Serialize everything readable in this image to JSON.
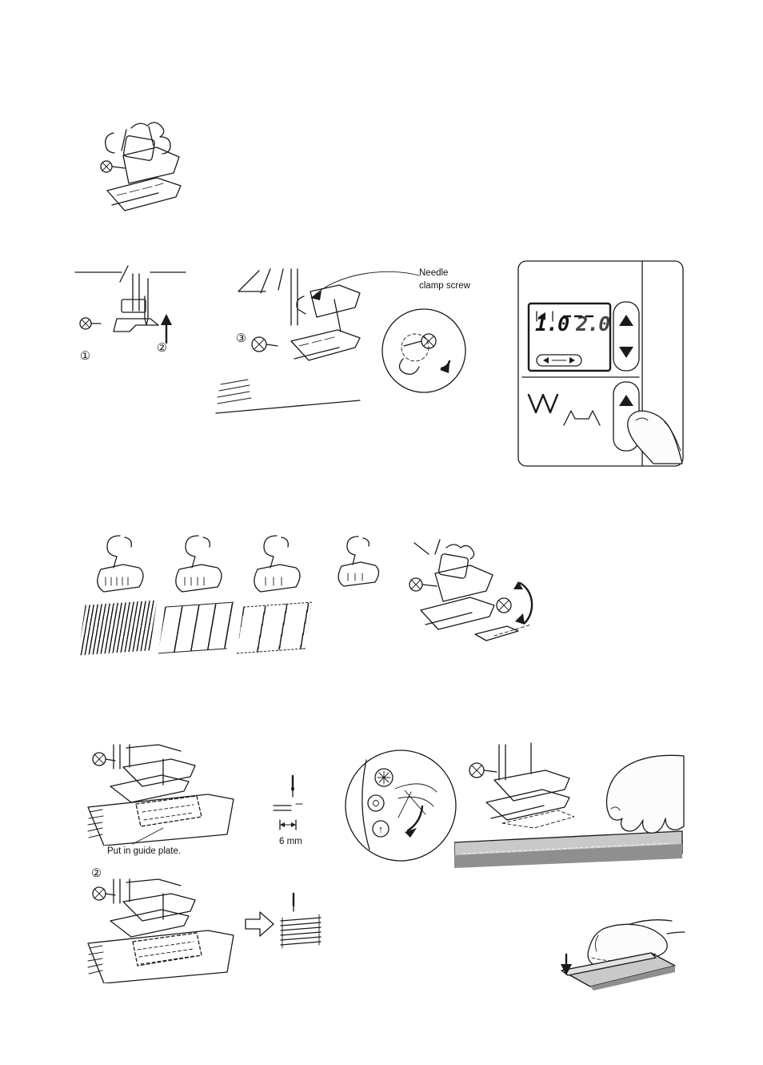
{
  "page": {
    "background": "#ffffff",
    "ink": "#1a1a1a"
  },
  "steps": {
    "step1": "①",
    "step2": "②",
    "step3": "③",
    "step2_lower": "②"
  },
  "annotations": {
    "needle_clamp_line1": "Needle",
    "needle_clamp_line2": "clamp screw",
    "put_in_guide_plate": "Put in guide plate.",
    "six_mm": "6 mm"
  },
  "control_panel": {
    "lcd_width_value": "1.0",
    "lcd_length_value": "2.0"
  },
  "inset_detail": {
    "up_arrow": "↑"
  },
  "icons": {
    "up-triangle-icon": "▲",
    "down-triangle-icon": "▼",
    "left-right-adjust-icon": "◀ ▶",
    "needle-up-icon": "↑",
    "down-arrow-icon": "▼",
    "right-open-arrow-icon": "⇨",
    "rotate-arrow-icon": "↷"
  }
}
